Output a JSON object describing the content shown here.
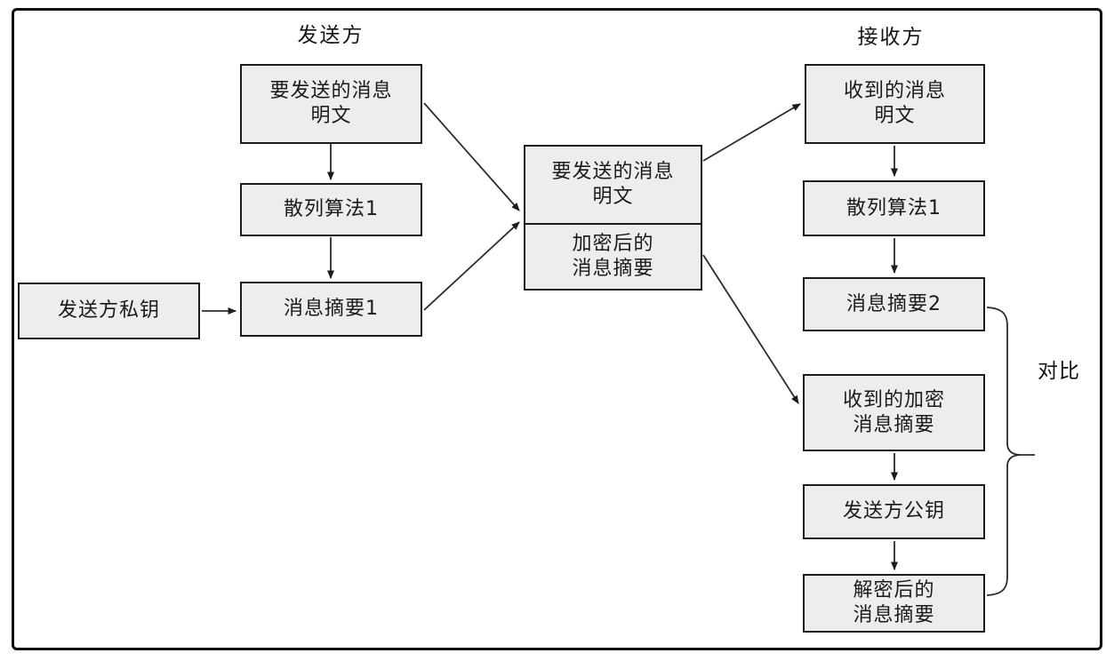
{
  "diagram": {
    "sender_title": "发送方",
    "receiver_title": "接收方",
    "compare_label": "对比",
    "nodes": {
      "sender_plaintext": {
        "lines": [
          "要发送的消息",
          "明文"
        ]
      },
      "sender_hash": {
        "lines": [
          "散列算法1"
        ]
      },
      "sender_digest": {
        "lines": [
          "消息摘要1"
        ]
      },
      "sender_private_key": {
        "lines": [
          "发送方私钥"
        ]
      },
      "transmitted_plaintext": {
        "lines": [
          "要发送的消息",
          "明文"
        ]
      },
      "transmitted_encrypted_digest": {
        "lines": [
          "加密后的",
          "消息摘要"
        ]
      },
      "receiver_plaintext": {
        "lines": [
          "收到的消息",
          "明文"
        ]
      },
      "receiver_hash": {
        "lines": [
          "散列算法1"
        ]
      },
      "receiver_digest": {
        "lines": [
          "消息摘要2"
        ]
      },
      "received_encrypted_digest": {
        "lines": [
          "收到的加密",
          "消息摘要"
        ]
      },
      "sender_public_key": {
        "lines": [
          "发送方公钥"
        ]
      },
      "decrypted_digest": {
        "lines": [
          "解密后的",
          "消息摘要"
        ]
      }
    },
    "colors": {
      "box_fill": "#ededed",
      "box_border": "#1c1c1c",
      "line": "#2b2b2b",
      "background": "#ffffff"
    }
  }
}
